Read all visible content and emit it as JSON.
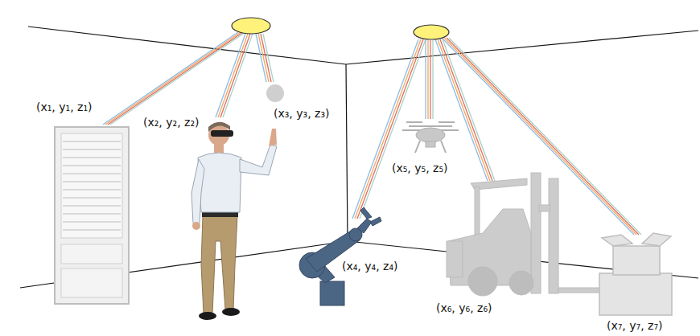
{
  "diagram": {
    "labels": [
      "(x₁, y₁, z₁)",
      "(x₂, y₂, z₂)",
      "(x₃, y₃, z₃)",
      "(x₅, y₅, z₅)",
      "(x₄, y₄, z₄)",
      "(x₆, y₆, z₆)",
      "(x₇, y₇, z₇)"
    ]
  }
}
